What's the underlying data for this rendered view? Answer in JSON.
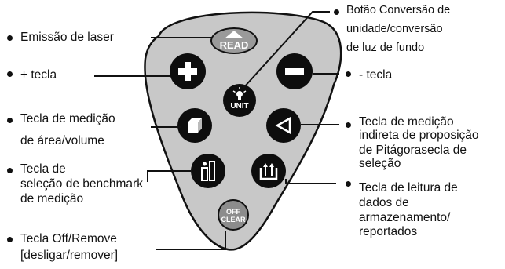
{
  "remote": {
    "buttons": {
      "read": "READ",
      "unit": "UNIT",
      "off_line1": "OFF",
      "off_line2": "CLEAR"
    },
    "colors": {
      "body_fill": "#c8c8c8",
      "body_outline": "#111111",
      "button_fill": "#0d0d0d",
      "read_button_fill": "#9a9a9a",
      "off_button_fill": "#8c8c8c"
    },
    "icons": {
      "plus_button": "plus-icon",
      "minus_button": "minus-icon",
      "unit_button": "lightbulb-icon",
      "area_button": "cube-icon",
      "indirect_button": "triangle-icon",
      "benchmark_button": "benchmark-icon",
      "storage_button": "storage-icon"
    }
  },
  "labels": {
    "laser": "Emissão de laser",
    "plus_key": "+ tecla",
    "area_line1": "Tecla de medição",
    "area_line2": "de área/volume",
    "benchmark_line1": "Tecla de",
    "benchmark_line2": "seleção de benchmark",
    "benchmark_line3": "de medição",
    "off_line1": "Tecla Off/Remove",
    "off_line2": "[desligar/remover]",
    "unit_line1": "Botão Conversão de",
    "unit_line2": "unidade/conversão",
    "unit_line3": "de luz de fundo",
    "minus_key": "- tecla",
    "indirect_line1": "Tecla de medição",
    "indirect_line2": "indireta de proposição",
    "indirect_line3": "de Pitágorasecla de",
    "indirect_line4": "seleção",
    "storage_line1": "Tecla de leitura de",
    "storage_line2": "dados de",
    "storage_line3": "armazenamento/",
    "storage_line4": "reportados"
  }
}
